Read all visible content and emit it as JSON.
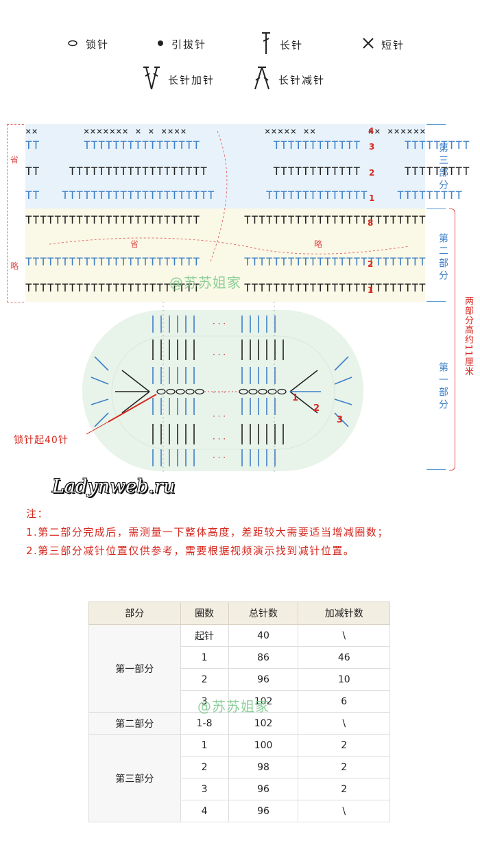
{
  "legend": {
    "chain": "锁针",
    "slip": "引拔针",
    "dc": "长针",
    "sc": "短针",
    "dc_inc": "长针加针",
    "dc_dec": "长针减针"
  },
  "side_labels": {
    "part3": "第三部分",
    "part2": "第二部分",
    "part1": "第一部分",
    "height_note": "两部分高约11厘米",
    "omit_top": "省",
    "omit_bottom": "略",
    "omit_mid_a": "省",
    "omit_mid_b": "略"
  },
  "chart_rounds": {
    "part3_nums": [
      "4",
      "3",
      "2",
      "1"
    ],
    "part2_nums": [
      "8",
      "2",
      "1"
    ],
    "part1_nums": [
      "1",
      "2",
      "3"
    ]
  },
  "dots": "· · ·",
  "start_label": "锁针起40针",
  "brand": "Ladynweb.ru",
  "watermark": "@苏苏姐家",
  "notes": {
    "title": "注：",
    "line1": "1.第二部分完成后，需测量一下整体高度，差距较大需要适当增减圈数；",
    "line2": "2.第三部分减针位置仅供参考，需要根据视频演示找到减针位置。"
  },
  "table": {
    "headers": [
      "部分",
      "圈数",
      "总针数",
      "加减针数"
    ],
    "groups": [
      {
        "part": "第一部分",
        "rows": [
          [
            "起针",
            "40",
            "\\"
          ],
          [
            "1",
            "86",
            "46"
          ],
          [
            "2",
            "96",
            "10"
          ],
          [
            "3",
            "102",
            "6"
          ]
        ]
      },
      {
        "part": "第二部分",
        "rows": [
          [
            "1-8",
            "102",
            "\\"
          ]
        ]
      },
      {
        "part": "第三部分",
        "rows": [
          [
            "1",
            "100",
            "2"
          ],
          [
            "2",
            "98",
            "2"
          ],
          [
            "3",
            "96",
            "2"
          ],
          [
            "4",
            "96",
            "\\"
          ]
        ]
      }
    ]
  }
}
